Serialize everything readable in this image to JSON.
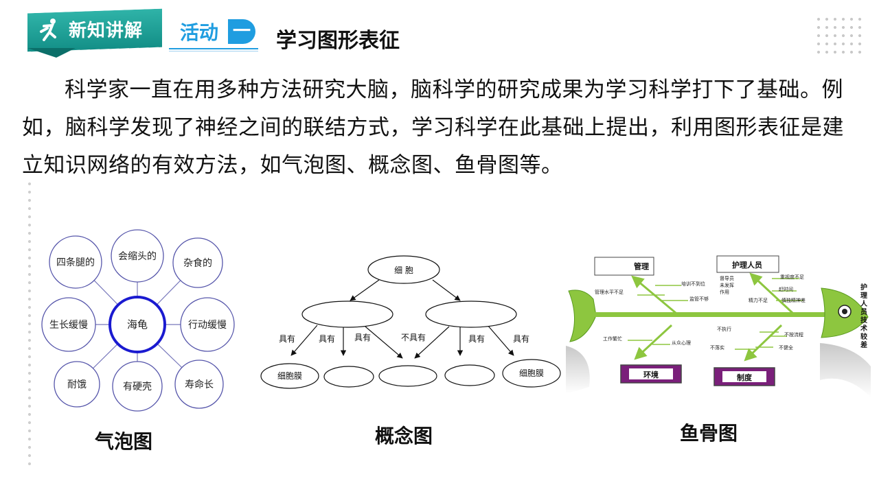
{
  "header": {
    "badge_text": "新知讲解",
    "activity_label": "活动",
    "activity_number": "一",
    "section_title": "学习图形表征"
  },
  "paragraph": "科学家一直在用多种方法研究大脑，脑科学的研究成果为学习科学打下了基础。例如，脑科学发现了神经之间的联结方式，学习科学在此基础上提出，利用图形表征是建立知识网络的有效方法，如气泡图、概念图、鱼骨图等。",
  "bubble_map": {
    "center": "海龟",
    "bubbles": [
      "四条腿的",
      "会缩头的",
      "杂食的",
      "生长缓慢",
      "行动缓慢",
      "耐饿",
      "有硬壳",
      "寿命长"
    ],
    "caption": "气泡图"
  },
  "concept_map": {
    "root": "细 胞",
    "edge_labels": [
      "具有",
      "具有",
      "具有",
      "不具有",
      "具有",
      "具有"
    ],
    "leaves": [
      "细胞膜",
      "",
      "",
      "",
      "细胞膜"
    ],
    "caption": "概念图"
  },
  "fishbone": {
    "head_label": "护理人员技术较差",
    "top_boxes": [
      "管理",
      "护理人员"
    ],
    "bottom_boxes": [
      "环境",
      "制度"
    ],
    "top_left_causes": [
      "培训不到位",
      "管理水平不足",
      "监管不够"
    ],
    "top_right_causes": [
      "督导员",
      "未发挥",
      "作用",
      "重视度不足",
      "赶时间",
      "精力不足",
      "慎独精神差"
    ],
    "bottom_left_causes": [
      "工作繁忙",
      "从众心理"
    ],
    "bottom_right_causes": [
      "不执行",
      "不按流程",
      "不落实",
      "不健全"
    ],
    "caption": "鱼骨图",
    "colors": {
      "spine": "#8dc63f",
      "box_fill": "#7a1f7a"
    }
  }
}
